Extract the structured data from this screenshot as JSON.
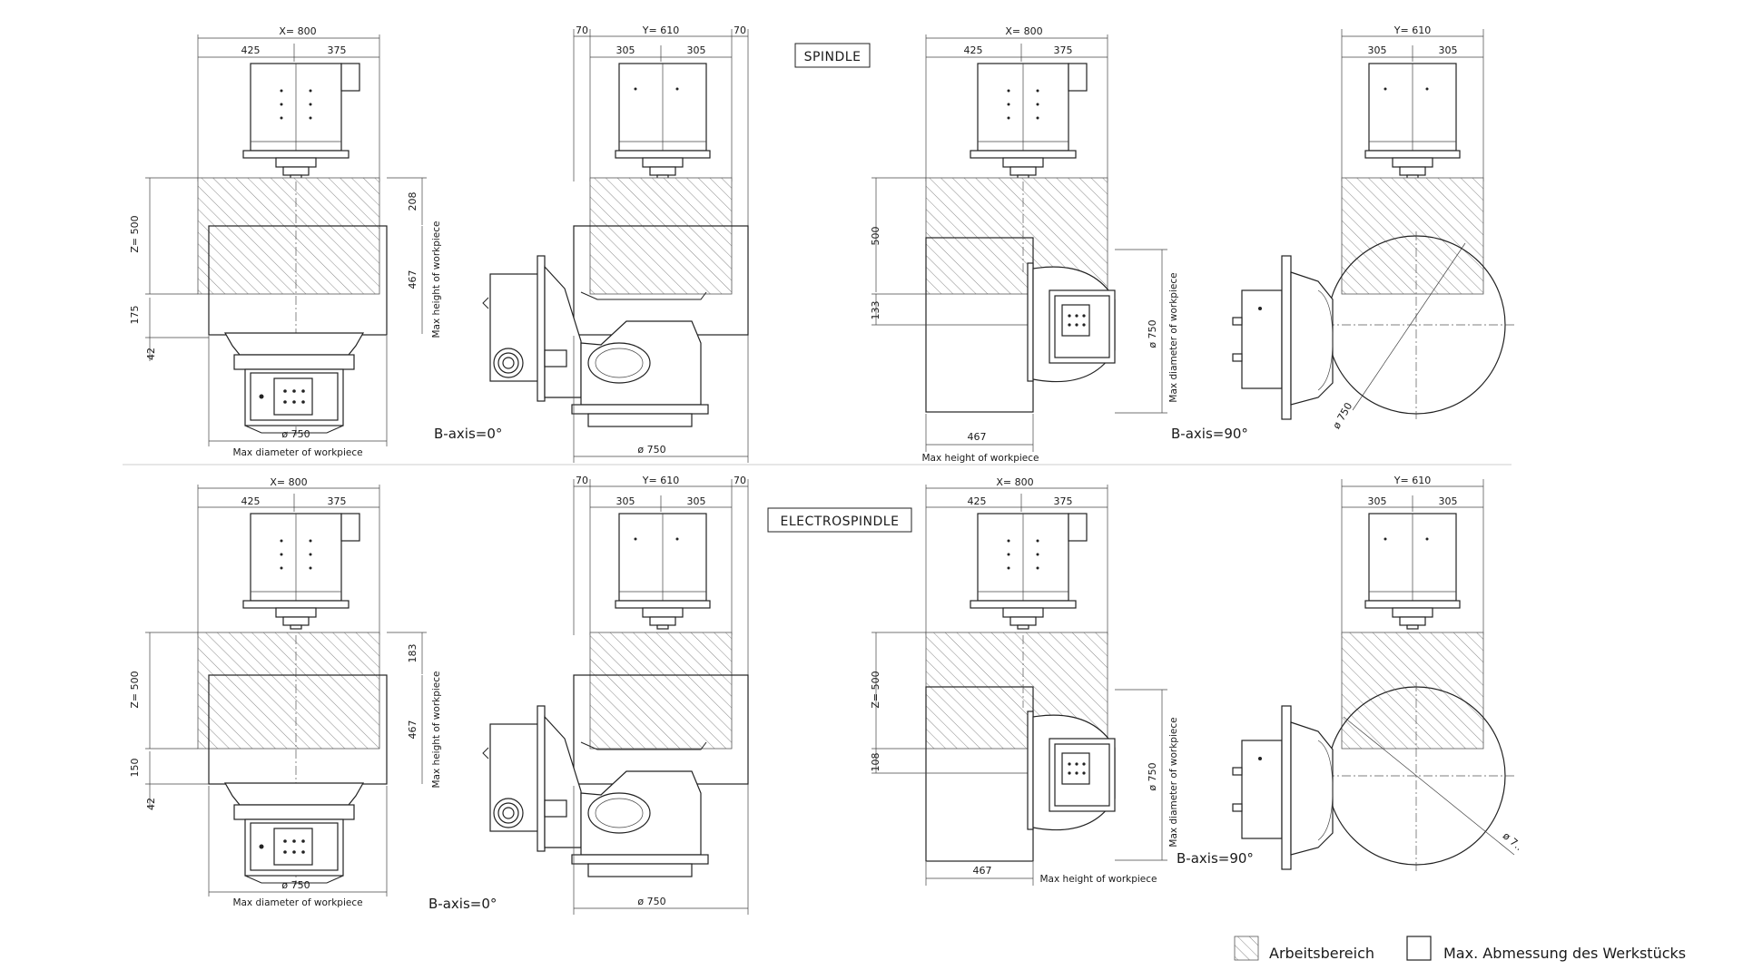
{
  "views": {
    "top_left": {
      "x_label": "X= 800",
      "x_left": "425",
      "x_right": "375",
      "z_label": "Z= 500",
      "d208": "208",
      "d175": "175",
      "d42": "42",
      "d467": "467",
      "max_height": "Max height of workpiece",
      "dia": "ø 750",
      "max_dia": "Max diameter of workpiece",
      "b_axis": "B-axis=0°"
    },
    "top_second": {
      "d70a": "70",
      "y_label": "Y= 610",
      "d70b": "70",
      "y_left": "305",
      "y_right": "305",
      "dia": "ø 750"
    },
    "top_third": {
      "x_label": "X= 800",
      "x_left": "425",
      "x_right": "375",
      "d500": "500",
      "d133": "133",
      "d467": "467",
      "max_height": "Max height of workpiece",
      "dia": "ø 750",
      "max_dia": "Max diameter of workpiece",
      "b_axis": "B-axis=90°"
    },
    "top_fourth": {
      "y_label": "Y= 610",
      "y_left": "305",
      "y_right": "305",
      "dia": "ø 750"
    },
    "bottom_left": {
      "x_label": "X= 800",
      "x_left": "425",
      "x_right": "375",
      "z_label": "Z= 500",
      "d183": "183",
      "d150": "150",
      "d42": "42",
      "d467": "467",
      "max_height": "Max height of workpiece",
      "dia": "ø 750",
      "max_dia": "Max diameter of workpiece",
      "b_axis": "B-axis=0°"
    },
    "bottom_second": {
      "d70a": "70",
      "y_label": "Y= 610",
      "d70b": "70",
      "y_left": "305",
      "y_right": "305",
      "dia": "ø 750"
    },
    "bottom_third": {
      "x_label": "X= 800",
      "x_left": "425",
      "x_right": "375",
      "z_label": "Z= 500",
      "d108": "108",
      "d467": "467",
      "max_height": "Max height of workpiece",
      "dia": "ø 750",
      "max_dia": "Max diameter of workpiece",
      "b_axis": "B-axis=90°"
    },
    "bottom_fourth": {
      "y_label": "Y= 610",
      "y_left": "305",
      "y_right": "305",
      "dia": "ø 7.."
    }
  },
  "section_labels": {
    "spindle": "SPINDLE",
    "electrospindle": "ELECTROSPINDLE"
  },
  "legend": {
    "work_area": "Arbeitsbereich",
    "max_workpiece": "Max. Abmessung des Werkstücks"
  }
}
